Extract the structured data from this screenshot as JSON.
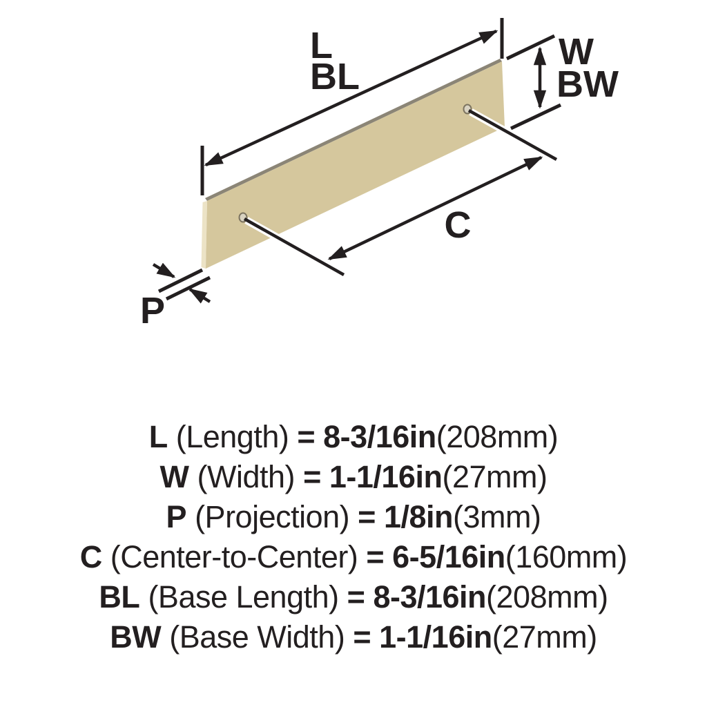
{
  "colors": {
    "background": "#ffffff",
    "line": "#231f20",
    "plate_face": "#d5c79d",
    "plate_top_edge": "#8b8576",
    "plate_side_edge": "#ece3c6",
    "hole_fill": "#d9d3c2",
    "hole_rim": "#7c7460"
  },
  "diagram": {
    "labels": {
      "length": "L",
      "base_length": "BL",
      "width": "W",
      "base_width": "BW",
      "center_to_center": "C",
      "projection": "P"
    }
  },
  "specs": {
    "rows": [
      {
        "code": "L",
        "name": "(Length)",
        "equals": "=",
        "inches": "8-3/16in",
        "metric": "(208mm)"
      },
      {
        "code": "W",
        "name": "(Width)",
        "equals": "=",
        "inches": "1-1/16in",
        "metric": "(27mm)"
      },
      {
        "code": "P",
        "name": "(Projection)",
        "equals": "=",
        "inches": "1/8in",
        "metric": "(3mm)"
      },
      {
        "code": "C",
        "name": "(Center-to-Center)",
        "equals": "=",
        "inches": "6-5/16in",
        "metric": "(160mm)"
      },
      {
        "code": "BL",
        "name": "(Base Length)",
        "equals": "=",
        "inches": "8-3/16in",
        "metric": "(208mm)"
      },
      {
        "code": "BW",
        "name": "(Base Width)",
        "equals": "=",
        "inches": "1-1/16in",
        "metric": "(27mm)"
      }
    ]
  }
}
